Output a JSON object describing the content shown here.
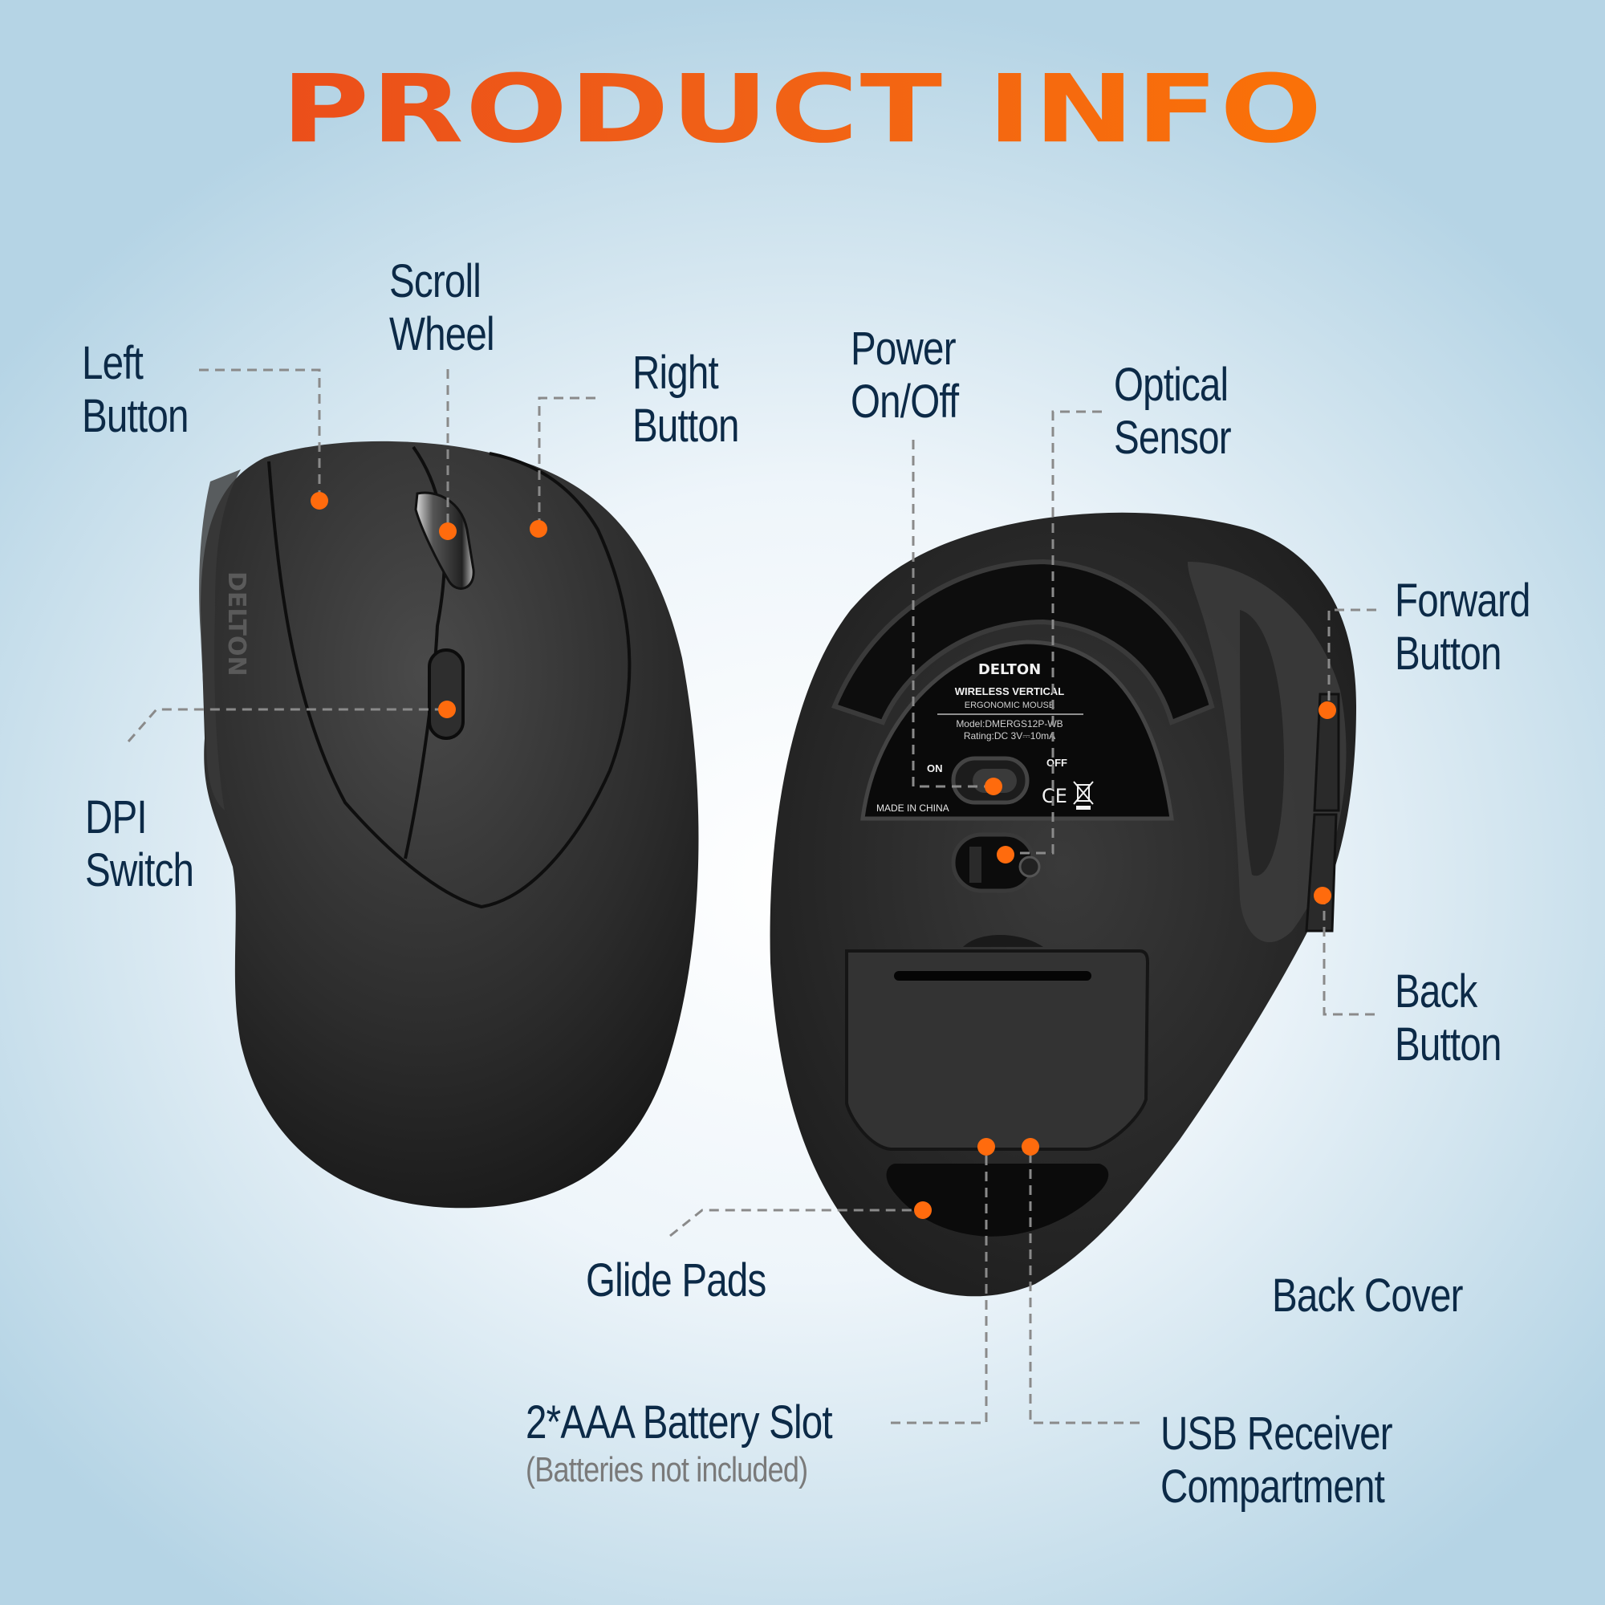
{
  "header": {
    "title": "PRODUCT INFO"
  },
  "colors": {
    "title_start": "#e8431c",
    "title_end": "#ff7a00",
    "label_text": "#0c2a47",
    "subtext": "#7a7a7a",
    "marker": "#ff6b0d",
    "leader_line": "#8a8a8a",
    "mouse_body": "#2a2a2a"
  },
  "callouts": {
    "left_button": {
      "line1": "Left",
      "line2": "Button"
    },
    "scroll_wheel": {
      "line1": "Scroll",
      "line2": "Wheel"
    },
    "right_button": {
      "line1": "Right",
      "line2": "Button"
    },
    "dpi_switch": {
      "line1": "DPI",
      "line2": "Switch"
    },
    "power": {
      "line1": "Power",
      "line2": "On/Off"
    },
    "optical_sensor": {
      "line1": "Optical",
      "line2": "Sensor"
    },
    "forward_button": {
      "line1": "Forward",
      "line2": "Button"
    },
    "back_button": {
      "line1": "Back",
      "line2": "Button"
    },
    "glide_pads": {
      "line1": "Glide Pads"
    },
    "back_cover": {
      "line1": "Back Cover"
    },
    "battery_slot": {
      "line1": "2*AAA Battery Slot",
      "note": "(Batteries not included)"
    },
    "usb_receiver": {
      "line1": "USB Receiver",
      "line2": "Compartment"
    }
  },
  "mouse_side_brand": "DELTON",
  "bottom_label": {
    "brand": "DELTON",
    "line1": "WIRELESS VERTICAL",
    "line2": "ERGONOMIC MOUSE",
    "model": "Model:DMERGS12P-WB",
    "rating": "Rating:DC 3V⎓10mA",
    "switch_on": "ON",
    "switch_off": "OFF",
    "origin": "MADE IN CHINA",
    "ce_mark": "CE"
  }
}
